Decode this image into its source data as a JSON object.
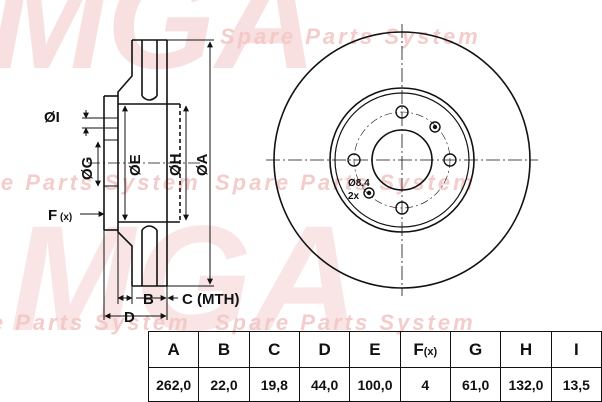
{
  "watermark": {
    "brand": "MGA",
    "tagline": "Spare Parts System"
  },
  "drawing": {
    "dim_labels": {
      "i": "ØI",
      "g": "ØG",
      "e": "ØE",
      "h": "ØH",
      "a": "ØA",
      "f": "F",
      "f_sub": "(x)",
      "b": "B",
      "c": "C (MTH)",
      "d": "D"
    },
    "bolt_note": {
      "hole": "Ø8,4",
      "count": "2x"
    }
  },
  "spec_table": {
    "headers": [
      "A",
      "B",
      "C",
      "D",
      "E",
      "F",
      "G",
      "H",
      "I"
    ],
    "f_sub": "(x)",
    "values": [
      "262,0",
      "22,0",
      "19,8",
      "44,0",
      "100,0",
      "4",
      "61,0",
      "132,0",
      "13,5"
    ]
  },
  "colors": {
    "watermark": "#f3c7c7",
    "line": "#111111"
  }
}
